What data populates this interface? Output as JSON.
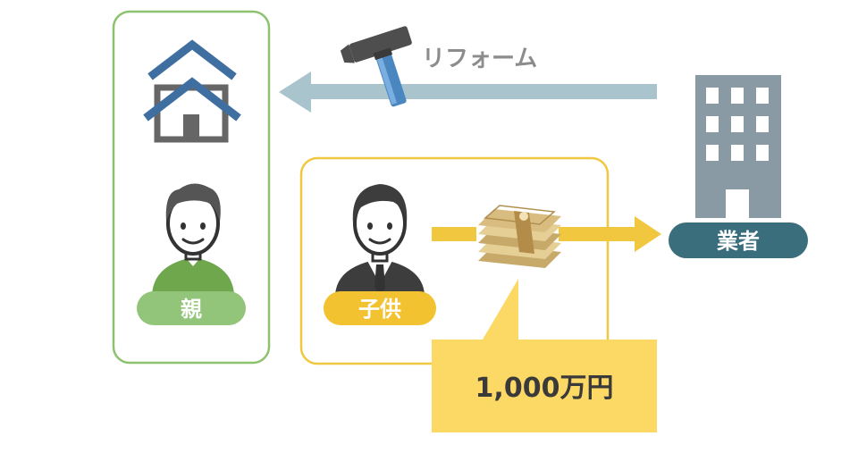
{
  "reform_label": "リフォーム",
  "parent_label": "親",
  "child_label": "子供",
  "contractor_label": "業者",
  "amount_label": "1,000万円",
  "colors": {
    "green_frame": "#8dc26f",
    "green_pill": "#92c47a",
    "yellow_frame": "#f0c73e",
    "yellow_pill": "#f2c230",
    "callout": "#fcd964",
    "arrow_blue": "#a9c4cc",
    "contractor_pill": "#3b6e7d",
    "building": "#8a9aa5",
    "house_roof": "#3f6ea0",
    "house_wall": "#666666"
  },
  "icons": [
    "house-icon",
    "hammer-icon",
    "building-icon",
    "parent-person-icon",
    "child-person-icon",
    "money-bundle-icon"
  ]
}
